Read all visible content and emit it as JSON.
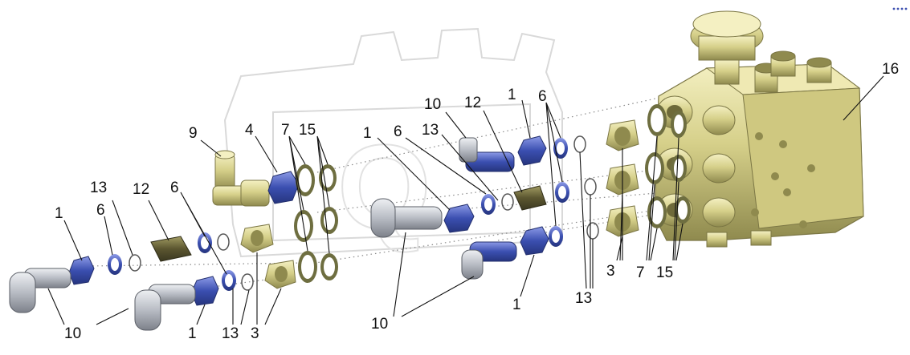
{
  "colors": {
    "body": "#d6d08a",
    "body_shadow": "#8f8a4e",
    "body_highlight": "#f4f0c2",
    "blue": "#3b4fb0",
    "blue_light": "#8c9ae6",
    "gray": "#b8bcc4",
    "gray_dark": "#7d818a",
    "dark": "#5b5630",
    "watermark": "#d9d9d9"
  },
  "watermark_mark": "gear-logo",
  "callouts": [
    {
      "text": "1"
    },
    {
      "text": "6"
    },
    {
      "text": "13"
    },
    {
      "text": "12"
    },
    {
      "text": "6"
    },
    {
      "text": "9"
    },
    {
      "text": "4"
    },
    {
      "text": "7"
    },
    {
      "text": "15"
    },
    {
      "text": "10"
    },
    {
      "text": "1"
    },
    {
      "text": "13"
    },
    {
      "text": "3"
    },
    {
      "text": "1"
    },
    {
      "text": "6"
    },
    {
      "text": "13"
    },
    {
      "text": "10"
    },
    {
      "text": "12"
    },
    {
      "text": "1"
    },
    {
      "text": "6"
    },
    {
      "text": "10"
    },
    {
      "text": "1"
    },
    {
      "text": "13"
    },
    {
      "text": "3"
    },
    {
      "text": "7"
    },
    {
      "text": "15"
    },
    {
      "text": "16"
    }
  ]
}
